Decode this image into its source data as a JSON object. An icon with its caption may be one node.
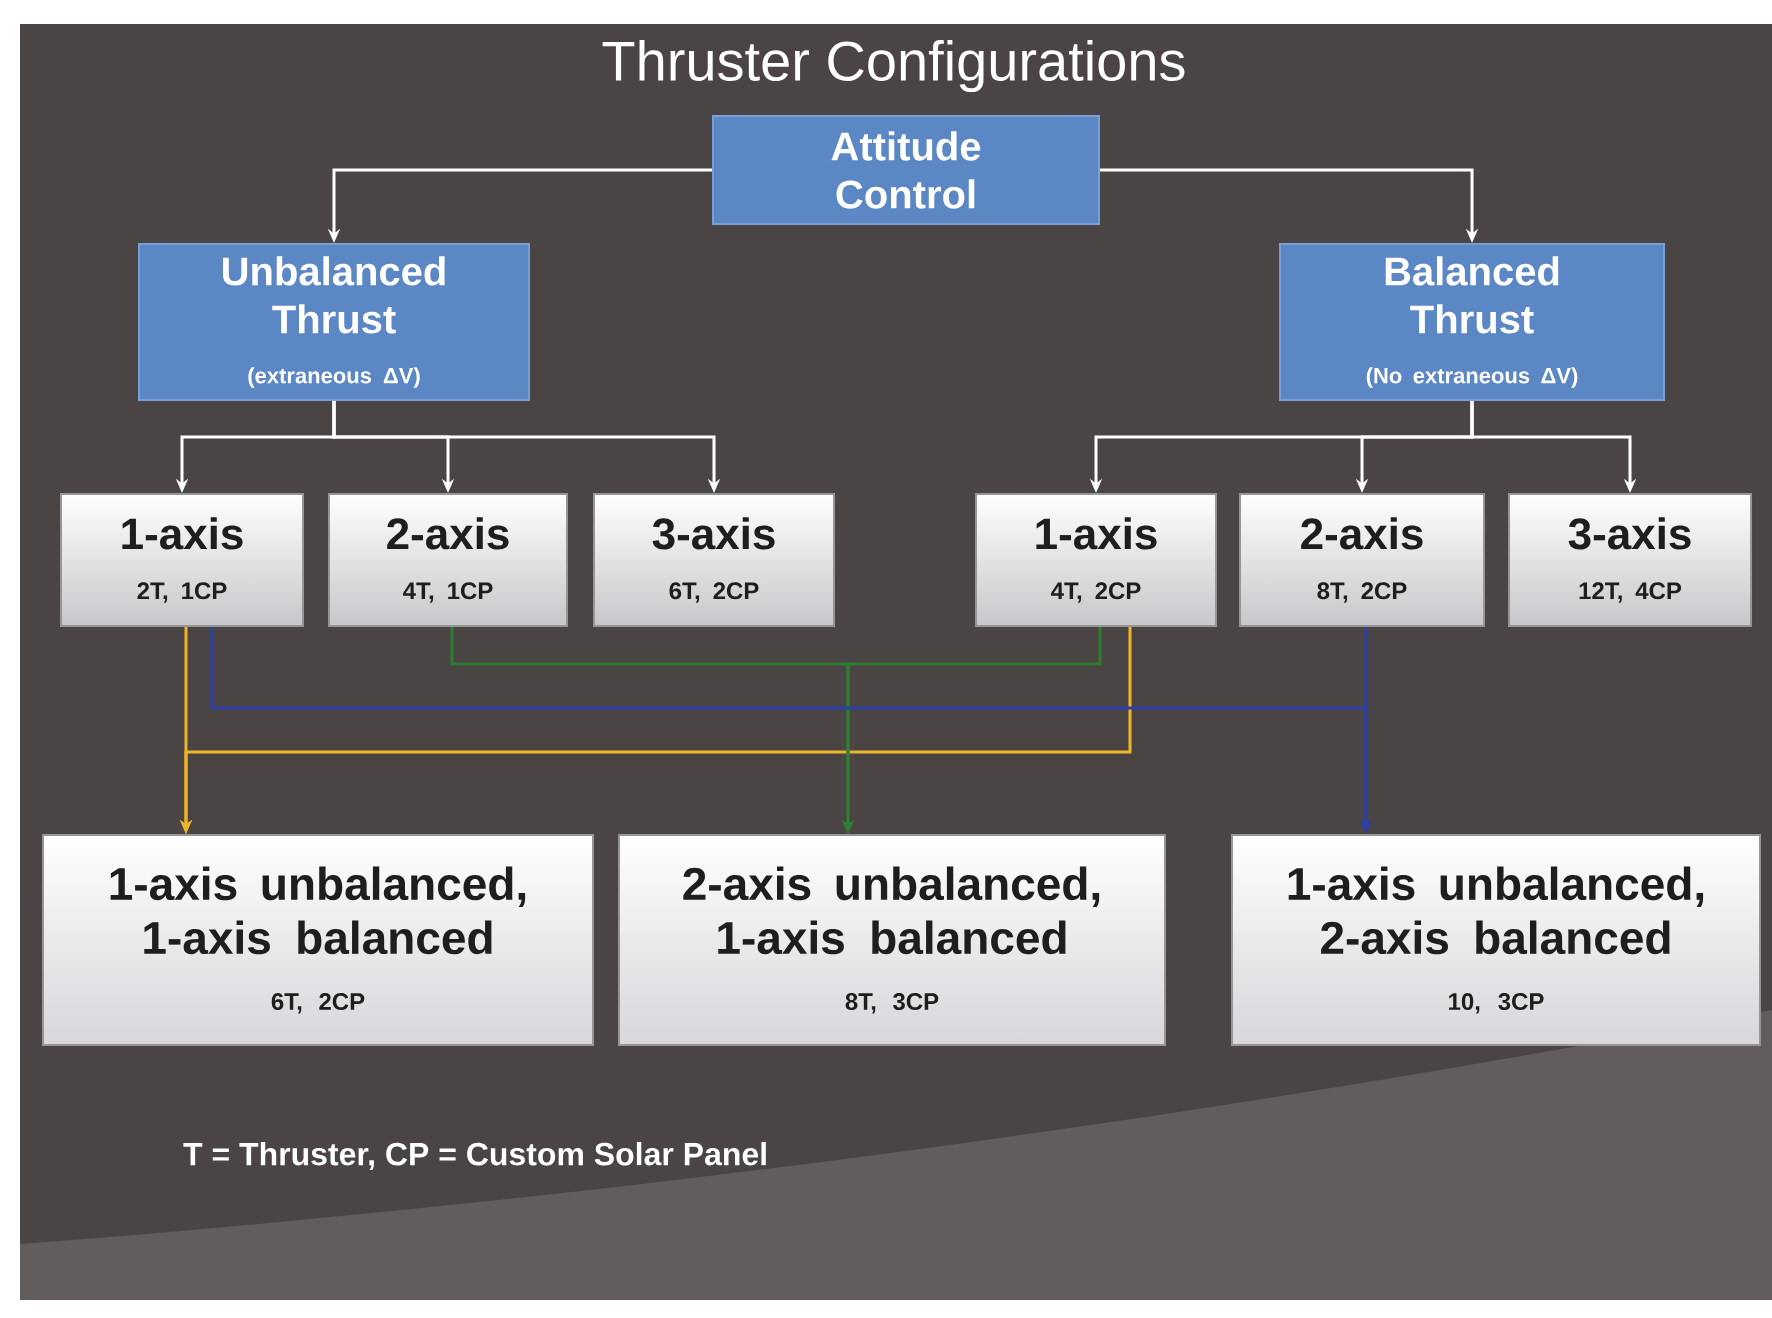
{
  "diagram": {
    "title": "Thruster Configurations",
    "nodes": [
      {
        "text": [
          "Attitude Control"
        ]
      },
      {
        "text": [
          "Unbalanced Thrust",
          "(extraneous ΔV)"
        ]
      },
      {
        "text": [
          "Balanced Thrust",
          "(No extraneous ΔV)"
        ]
      },
      {
        "text": [
          "1-axis",
          "2T, 1CP"
        ]
      },
      {
        "text": [
          "2-axis",
          "4T, 1CP"
        ]
      },
      {
        "text": [
          "3-axis",
          "6T, 2CP"
        ]
      },
      {
        "text": [
          "1-axis",
          "4T, 2CP"
        ]
      },
      {
        "text": [
          "2-axis",
          "8T, 2CP"
        ]
      },
      {
        "text": [
          "3-axis",
          "12T, 4CP"
        ]
      },
      {
        "text": [
          "1-axis unbalanced, 1-axis balanced",
          "6T, 2CP"
        ]
      },
      {
        "text": [
          "2-axis unbalanced, 1-axis balanced",
          "8T, 3CP"
        ]
      },
      {
        "text": [
          "1-axis unbalanced, 2-axis balanced",
          "10, 3CP"
        ]
      }
    ],
    "edges": [
      {
        "from": 0,
        "to": 1,
        "arrow": "to"
      },
      {
        "from": 0,
        "to": 2,
        "arrow": "to"
      },
      {
        "from": 1,
        "to": 3,
        "arrow": "to"
      },
      {
        "from": 1,
        "to": 4,
        "arrow": "to"
      },
      {
        "from": 1,
        "to": 5,
        "arrow": "to"
      },
      {
        "from": 2,
        "to": 6,
        "arrow": "to"
      },
      {
        "from": 2,
        "to": 7,
        "arrow": "to"
      },
      {
        "from": 2,
        "to": 8,
        "arrow": "to"
      },
      {
        "from": 3,
        "to": 9,
        "arrow": "to",
        "color": "#f0b429"
      },
      {
        "from": 6,
        "to": 9,
        "arrow": "to",
        "color": "#f0b429"
      },
      {
        "from": 4,
        "to": 10,
        "arrow": "to",
        "color": "#2e7d32"
      },
      {
        "from": 6,
        "to": 10,
        "arrow": "to",
        "color": "#2e7d32"
      },
      {
        "from": 3,
        "to": 11,
        "arrow": "to",
        "color": "#2b3fa8"
      },
      {
        "from": 7,
        "to": 11,
        "arrow": "to",
        "color": "#2b3fa8"
      }
    ],
    "labels": [
      "T = Thruster, CP = Custom Solar Panel"
    ]
  }
}
